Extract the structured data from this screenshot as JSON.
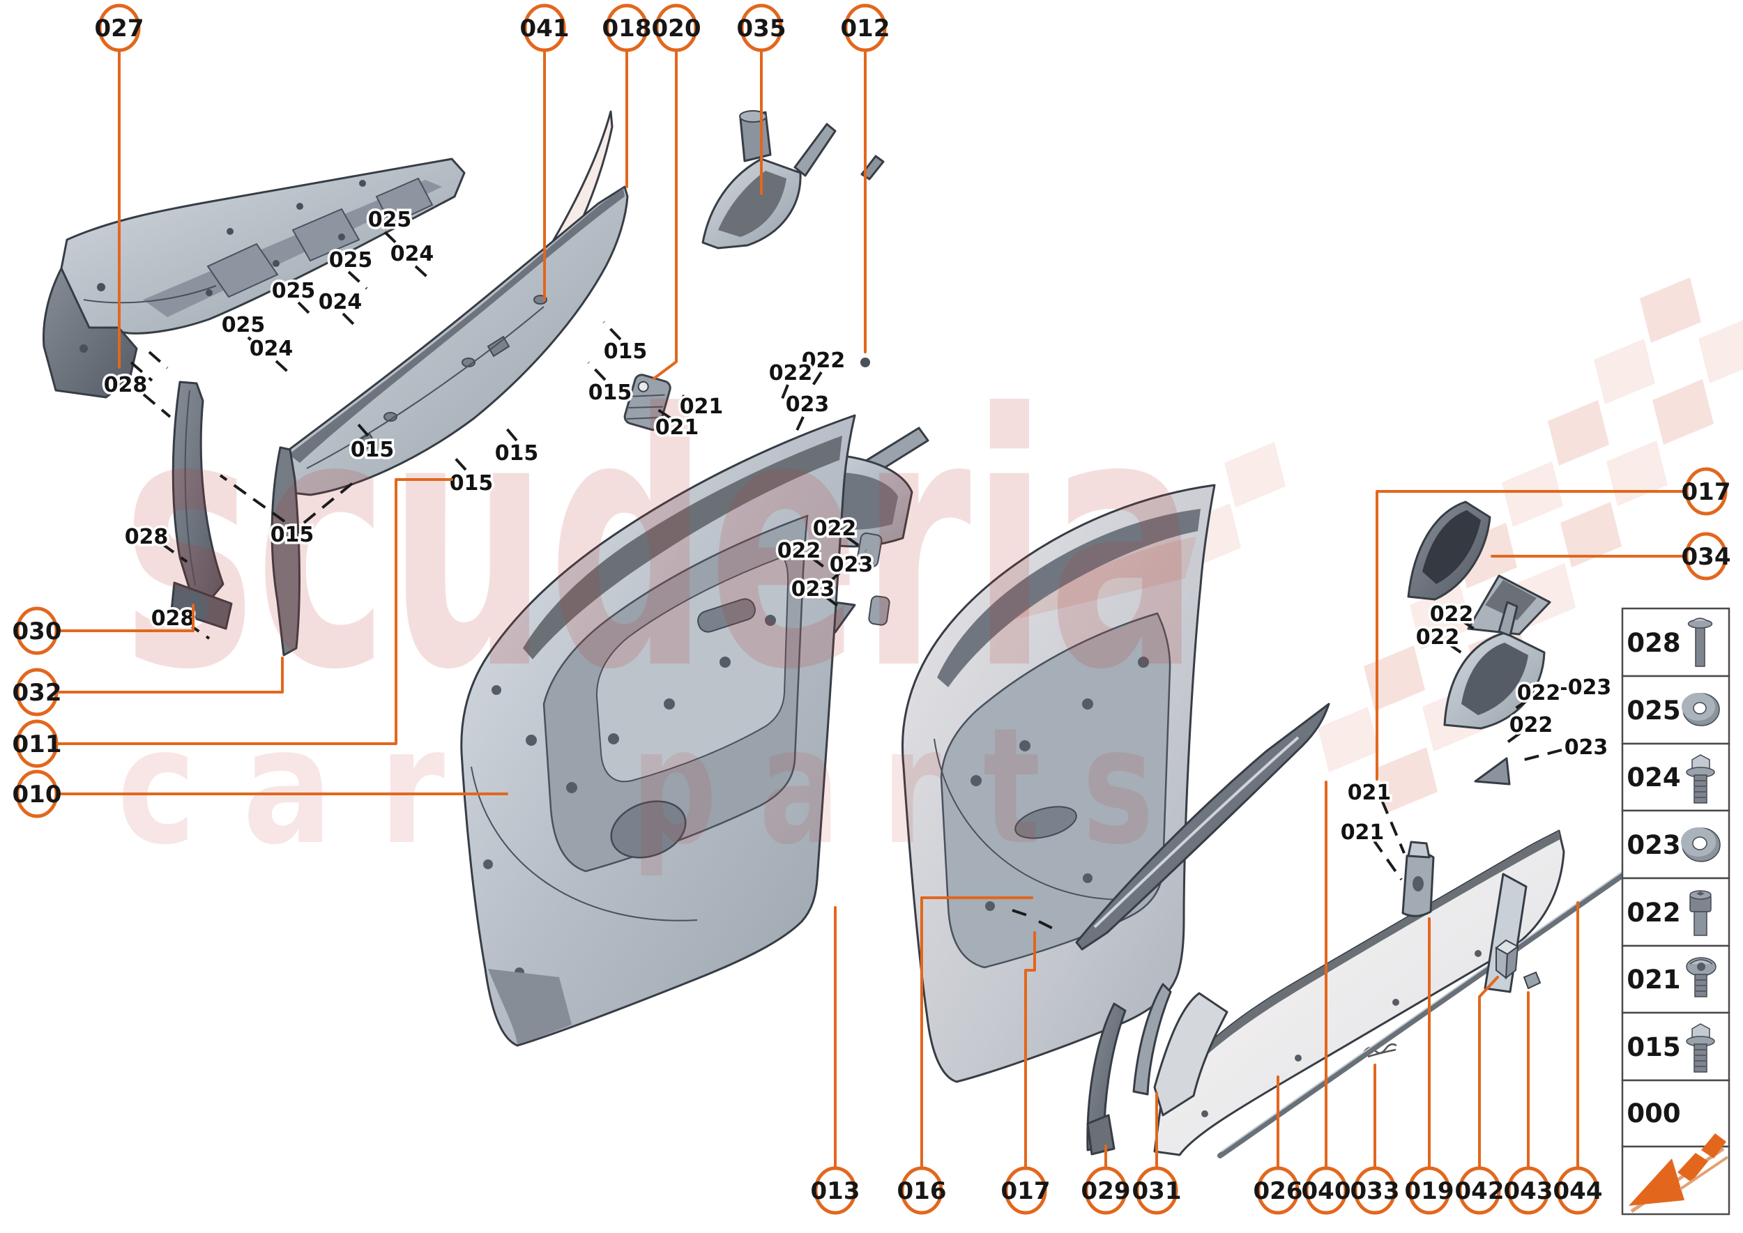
{
  "watermark": {
    "brand": "scuderia",
    "word1": "c a r",
    "word2": "p a r t s"
  },
  "colors": {
    "accent": "#e2671d",
    "watermark_red": "#b9352b",
    "checker_pink": "#eec9c2",
    "part_gray": "#aab2bc",
    "line_dark": "#1b1b1b"
  },
  "callouts": {
    "top": [
      {
        "label": "027"
      },
      {
        "label": "041"
      },
      {
        "label": "018"
      },
      {
        "label": "020"
      },
      {
        "label": "035"
      },
      {
        "label": "012"
      }
    ],
    "left": [
      {
        "label": "030"
      },
      {
        "label": "032"
      },
      {
        "label": "011"
      },
      {
        "label": "010"
      }
    ],
    "right": [
      {
        "label": "017"
      },
      {
        "label": "034"
      }
    ],
    "bottom": [
      {
        "label": "013"
      },
      {
        "label": "016"
      },
      {
        "label": "017"
      },
      {
        "label": "029"
      },
      {
        "label": "031"
      },
      {
        "label": "026"
      },
      {
        "label": "040"
      },
      {
        "label": "033"
      },
      {
        "label": "019"
      },
      {
        "label": "042"
      },
      {
        "label": "043"
      },
      {
        "label": "044"
      }
    ]
  },
  "part_labels": [
    {
      "text": "025"
    },
    {
      "text": "024"
    },
    {
      "text": "025"
    },
    {
      "text": "025"
    },
    {
      "text": "024"
    },
    {
      "text": "025"
    },
    {
      "text": "024"
    },
    {
      "text": "015"
    },
    {
      "text": "015"
    },
    {
      "text": "015"
    },
    {
      "text": "015"
    },
    {
      "text": "015"
    },
    {
      "text": "015"
    },
    {
      "text": "021"
    },
    {
      "text": "021"
    },
    {
      "text": "022"
    },
    {
      "text": "022"
    },
    {
      "text": "023"
    },
    {
      "text": "022"
    },
    {
      "text": "022"
    },
    {
      "text": "023"
    },
    {
      "text": "023"
    },
    {
      "text": "028"
    },
    {
      "text": "028"
    },
    {
      "text": "028"
    },
    {
      "text": "021"
    },
    {
      "text": "021"
    },
    {
      "text": "022"
    },
    {
      "text": "022"
    },
    {
      "text": "022"
    },
    {
      "text": "023"
    },
    {
      "text": "022"
    },
    {
      "text": "023"
    }
  ],
  "legend": {
    "rows": [
      {
        "label": "028",
        "icon": "screw-pan-long"
      },
      {
        "label": "025",
        "icon": "washer"
      },
      {
        "label": "024",
        "icon": "bolt-hex-flange"
      },
      {
        "label": "023",
        "icon": "washer-large"
      },
      {
        "label": "022",
        "icon": "screw-socket-head"
      },
      {
        "label": "021",
        "icon": "screw-torx-pan"
      },
      {
        "label": "015",
        "icon": "bolt-hex-flange"
      },
      {
        "label": "000",
        "icon": "none"
      },
      {
        "label": "",
        "icon": "brand-arrow"
      }
    ]
  }
}
